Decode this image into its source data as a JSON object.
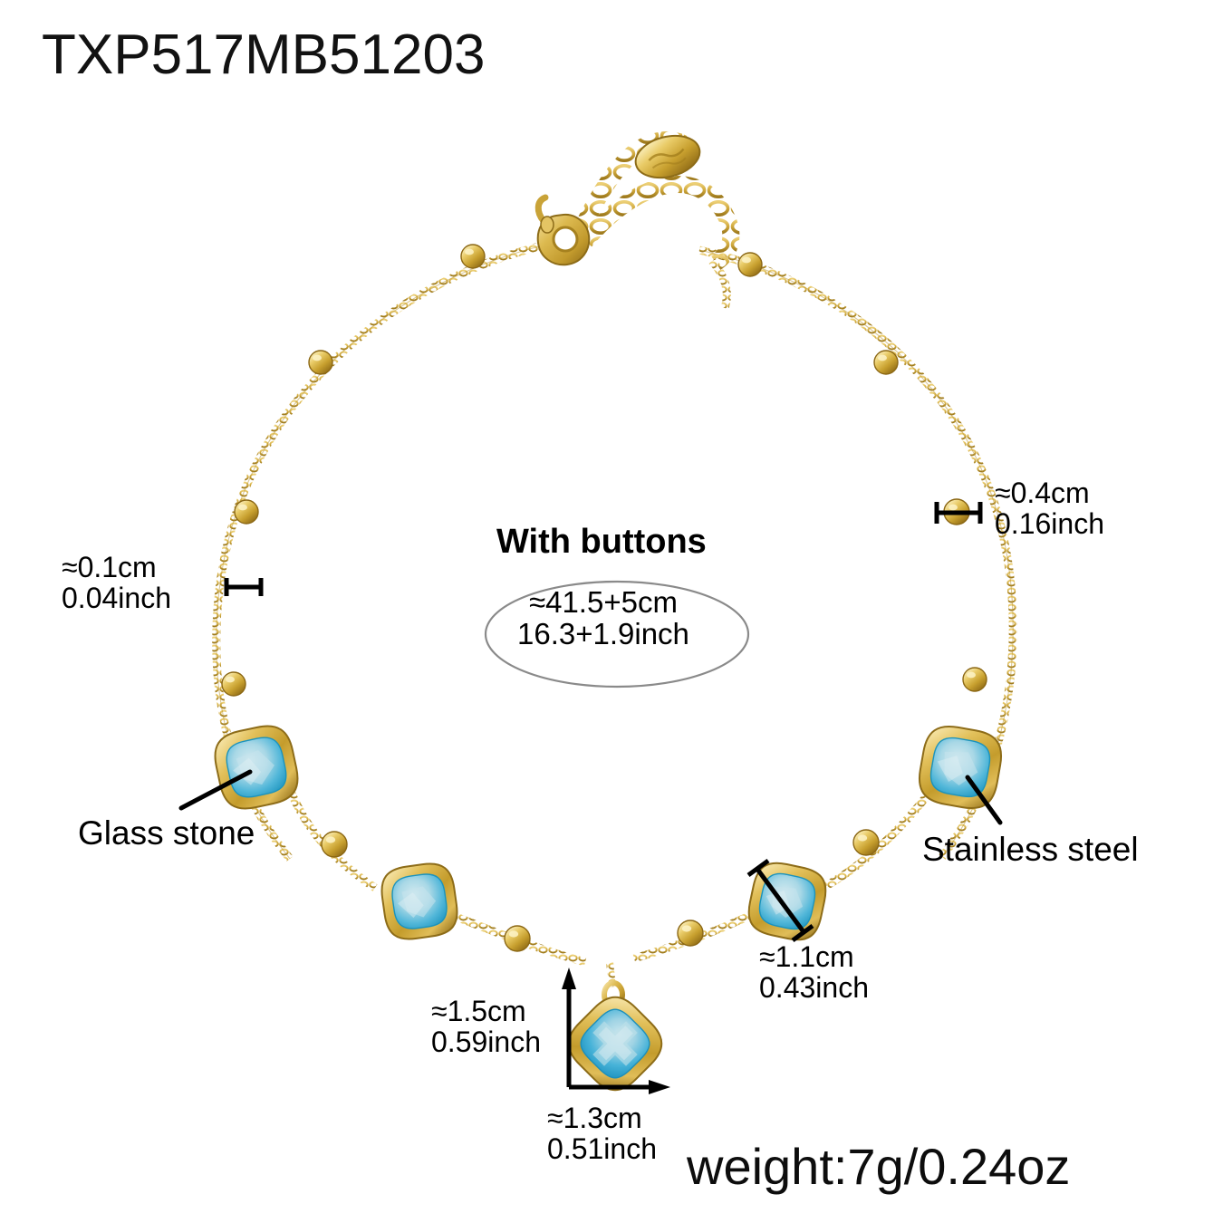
{
  "product": {
    "sku": "TXP517MB51203",
    "weight": "weight:7g/0.24oz"
  },
  "annotations": {
    "with_buttons": "With buttons",
    "length_cm": "≈41.5+5cm",
    "length_inch": "16.3+1.9inch",
    "glass_stone": "Glass stone",
    "stainless_steel": "Stainless steel"
  },
  "dimensions": {
    "chain_width": {
      "cm": "≈0.1cm",
      "inch": "0.04inch"
    },
    "bead_size": {
      "cm": "≈0.4cm",
      "inch": "0.16inch"
    },
    "station_stone": {
      "cm": "≈1.1cm",
      "inch": "0.43inch"
    },
    "pendant_height": {
      "cm": "≈1.5cm",
      "inch": "0.59inch"
    },
    "pendant_width": {
      "cm": "≈1.3cm",
      "inch": "0.51inch"
    }
  },
  "colors": {
    "gold_light": "#f0d98a",
    "gold_mid": "#d8b24c",
    "gold_dark": "#a8801f",
    "stone_light": "#b9dde8",
    "stone_mid": "#6ec3dd",
    "stone_deep": "#1f9ec6",
    "text": "#000000",
    "outline": "#8a8a8a",
    "background": "#ffffff"
  },
  "icons": {
    "clasp": "lobster-clasp-icon",
    "logo_tag": "oval-logo-tag-icon",
    "bead": "gold-bead-icon",
    "stone": "cushion-glass-stone-icon",
    "pendant": "diamond-pendant-icon"
  }
}
